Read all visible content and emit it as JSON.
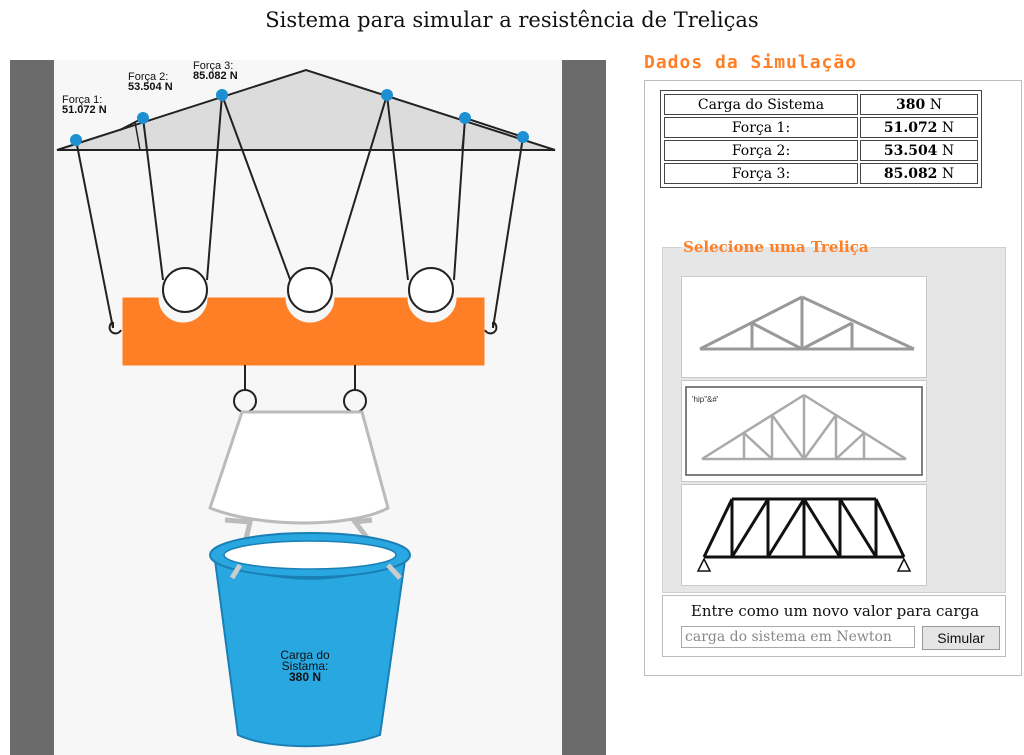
{
  "page": {
    "title": "Sistema para simular a resistência de Treliças"
  },
  "simulation": {
    "forces": [
      {
        "label": "Força 1:",
        "value": "51.072 N"
      },
      {
        "label": "Força 2:",
        "value": "53.504 N"
      },
      {
        "label": "Força 3:",
        "value": "85.082 N"
      }
    ],
    "bucket": {
      "line1": "Carga do",
      "line2": "Sistama:",
      "value": "380 N"
    },
    "colors": {
      "beam": "#ff7f27",
      "bucket": "#29a7e1",
      "joint": "#1e8fd1",
      "pillar": "#6b6b6b"
    }
  },
  "data_panel": {
    "title": "Dados da Simulação",
    "rows": [
      {
        "label": "Carga do Sistema",
        "value": "380",
        "unit": "N"
      },
      {
        "label": "Força 1:",
        "value": "51.072",
        "unit": "N"
      },
      {
        "label": "Força 2:",
        "value": "53.504",
        "unit": "N"
      },
      {
        "label": "Força 3:",
        "value": "85.082",
        "unit": "N"
      }
    ]
  },
  "truss_select": {
    "legend": "Selecione uma Treliça",
    "option2_caption": "'hip\"&#'"
  },
  "entry": {
    "label": "Entre como um novo valor para carga",
    "placeholder": "carga do sistema em Newton",
    "button": "Simular"
  }
}
